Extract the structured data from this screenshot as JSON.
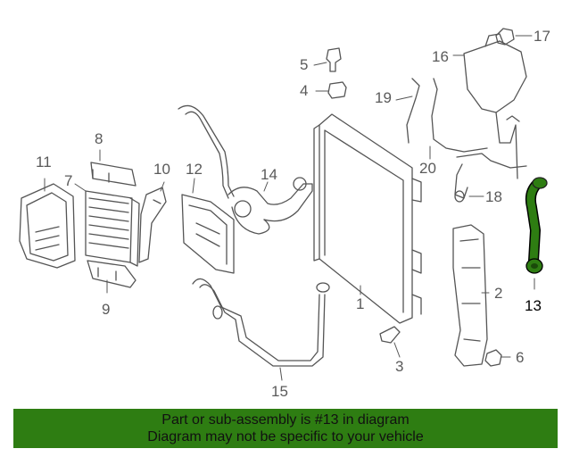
{
  "callouts": {
    "c1": "1",
    "c2": "2",
    "c3": "3",
    "c4": "4",
    "c5": "5",
    "c6": "6",
    "c7": "7",
    "c8": "8",
    "c9": "9",
    "c10": "10",
    "c11": "11",
    "c12": "12",
    "c13": "13",
    "c14": "14",
    "c15": "15",
    "c16": "16",
    "c17": "17",
    "c18": "18",
    "c19": "19",
    "c20": "20"
  },
  "highlight": {
    "part": "13",
    "color": "#2e7d12"
  },
  "banner": {
    "line1": "Part or sub-assembly is #13 in diagram",
    "line2": "Diagram may not be specific to your vehicle",
    "color": "#2e7d12"
  }
}
